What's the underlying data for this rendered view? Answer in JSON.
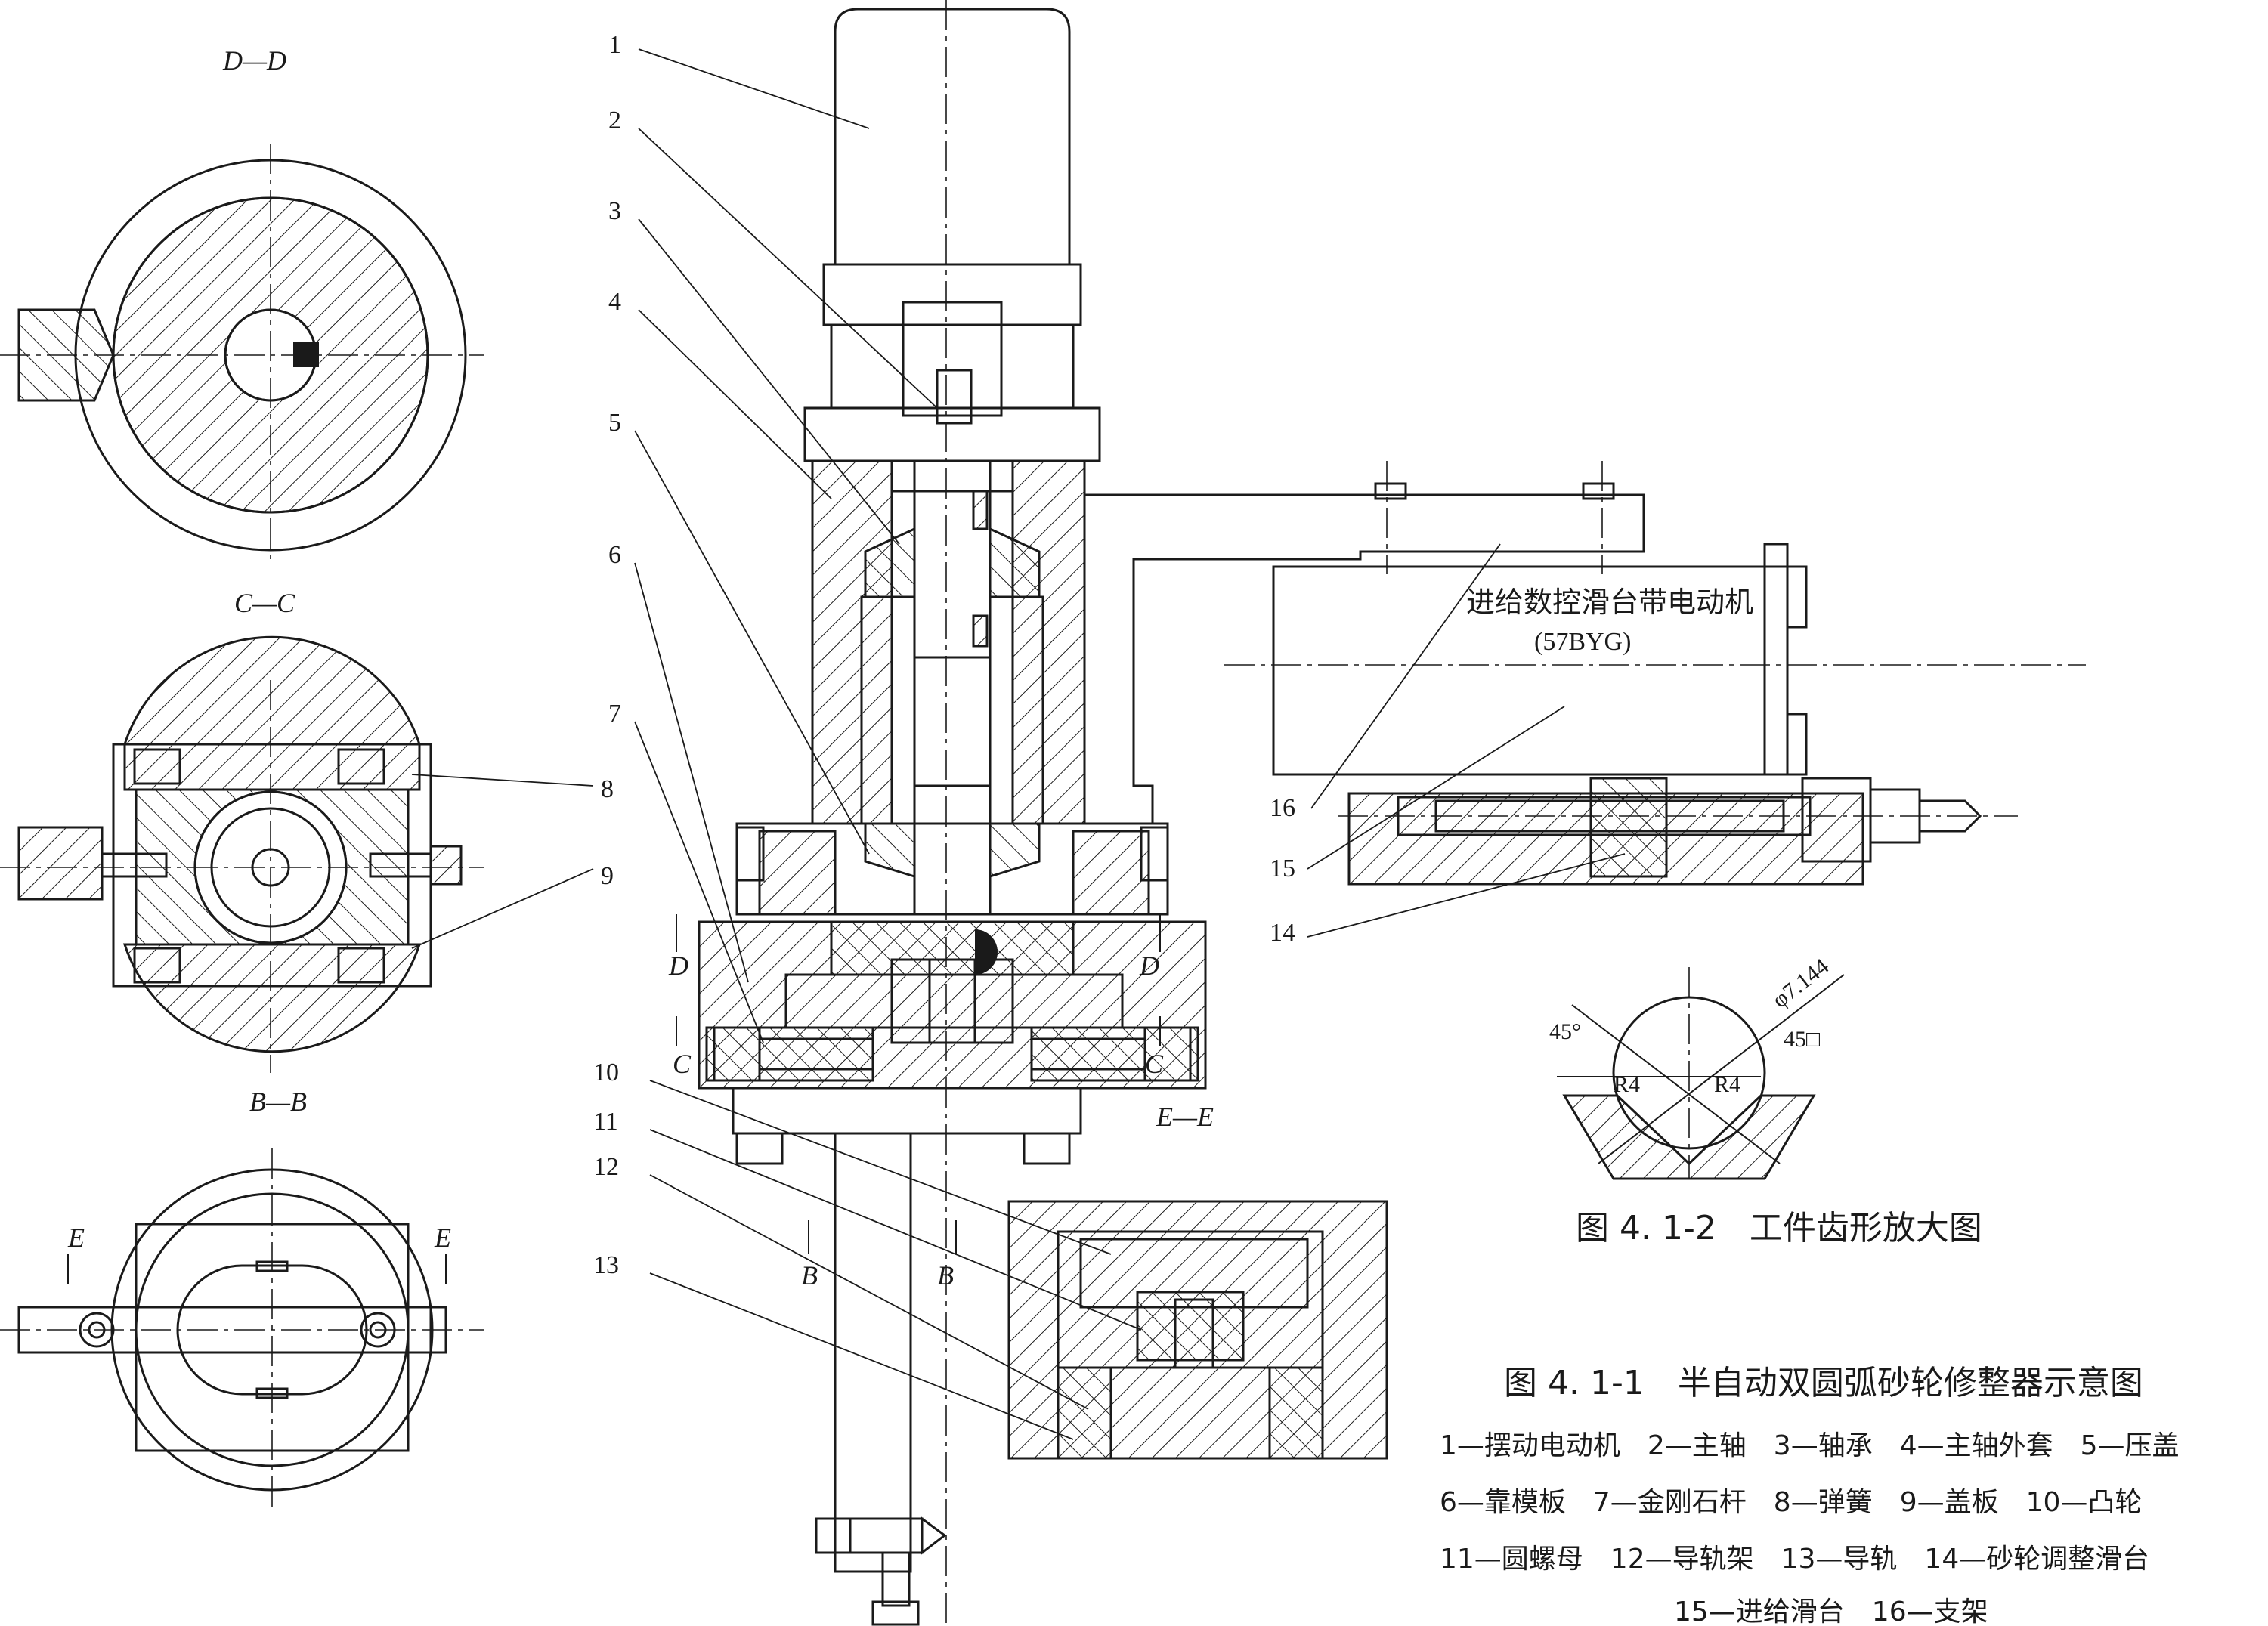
{
  "part_labels": [
    "1",
    "2",
    "3",
    "4",
    "5",
    "6",
    "7",
    "8",
    "9",
    "10",
    "11",
    "12",
    "13",
    "14",
    "15",
    "16"
  ],
  "section_labels": {
    "dd": "D—D",
    "cc": "C—C",
    "bb": "B—B",
    "ee": "E—E",
    "d_arrow": "D",
    "c_arrow": "C",
    "b_arrow": "B",
    "e_arrow": "E"
  },
  "motor_box": {
    "line1": "进给数控滑台带电动机",
    "line2": "(57BYG)"
  },
  "detail": {
    "dim_diameter": "φ7.144",
    "angle_left": "45°",
    "angle_right": "45□",
    "radius_left": "R4",
    "radius_right": "R4",
    "caption": "图 4. 1-2　工件齿形放大图"
  },
  "main_caption": "图 4. 1-1　半自动双圆弧砂轮修整器示意图",
  "legend": [
    "1—摆动电动机　2—主轴　3—轴承　4—主轴外套　5—压盖",
    "6—靠模板　7—金刚石杆　8—弹簧　9—盖板　10—凸轮",
    "11—圆螺母　12—导轨架　13—导轨　14—砂轮调整滑台",
    "15—进给滑台　16—支架"
  ]
}
